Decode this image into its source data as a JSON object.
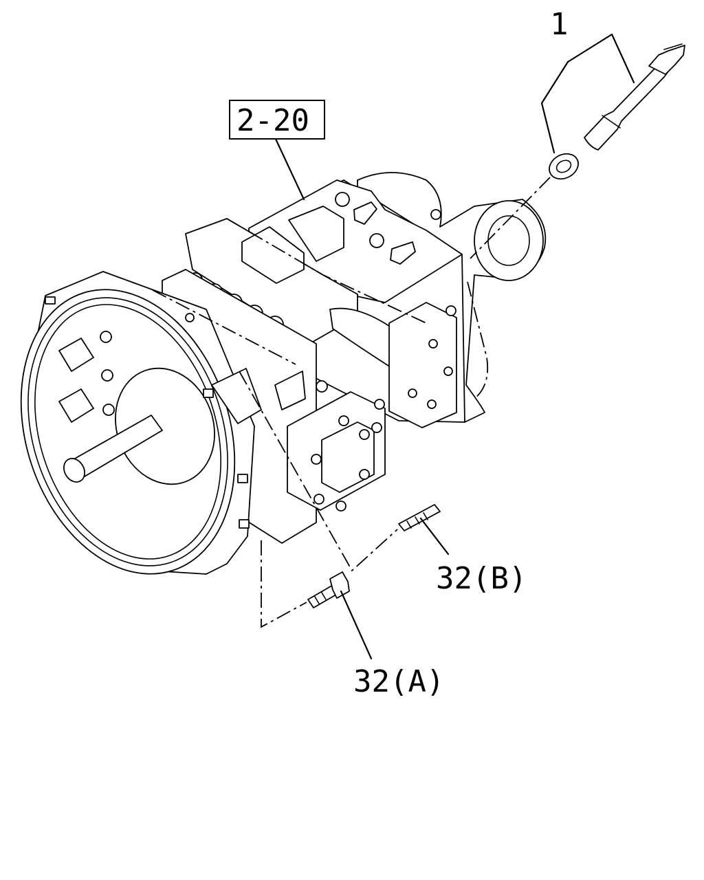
{
  "callouts": {
    "sensor": "1",
    "assembly": "2-20",
    "stud": "32(B)",
    "bolt": "32(A)"
  }
}
